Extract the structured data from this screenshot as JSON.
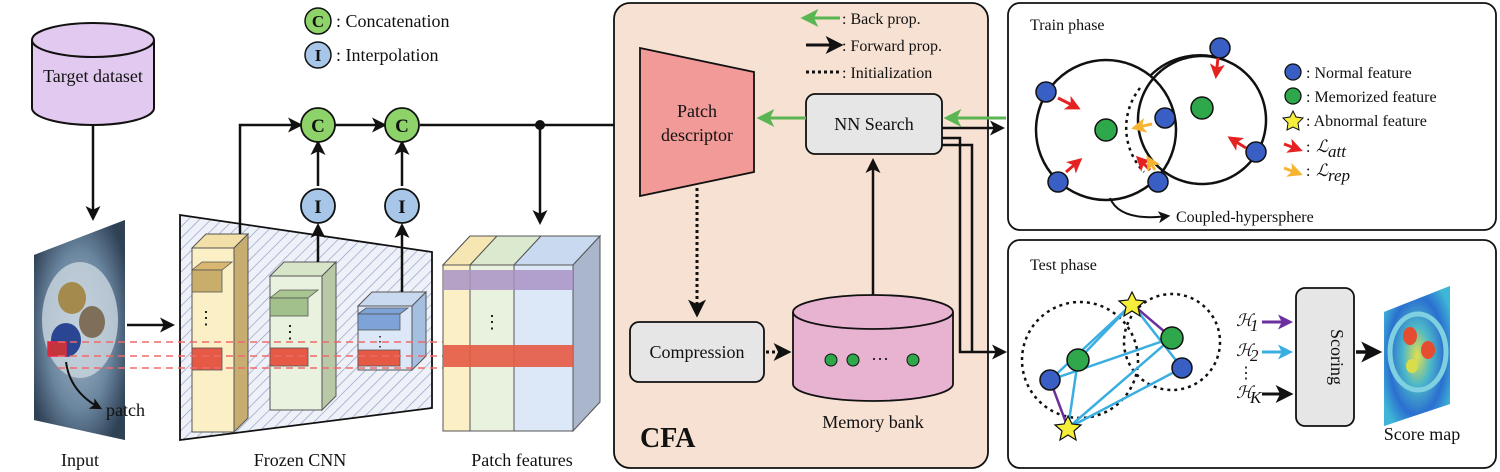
{
  "legend_left": {
    "concat_symbol": "C",
    "concat_label": ": Concatenation",
    "interp_symbol": "I",
    "interp_label": ": Interpolation"
  },
  "legend_cfa": {
    "back_label": ": Back prop.",
    "forward_label": ": Forward prop.",
    "init_label": ": Initialization"
  },
  "nodes": {
    "target_dataset": "Target dataset",
    "input": "Input",
    "patch": "patch",
    "frozen_cnn": "Frozen CNN",
    "patch_features": "Patch features",
    "cfa": "CFA",
    "patch_descriptor_l1": "Patch",
    "patch_descriptor_l2": "descriptor",
    "nn_search": "NN Search",
    "compression": "Compression",
    "memory_bank": "Memory bank",
    "ellipsis": "···",
    "vdots": "⋮"
  },
  "train_panel": {
    "title": "Train phase",
    "coupled": "Coupled-hypersphere",
    "legend_normal": ": Normal feature",
    "legend_memorized": ": Memorized feature",
    "legend_abnormal": ": Abnormal feature",
    "loss_att_sym": "ℒ",
    "loss_att_sub": "att",
    "loss_rep_sym": "ℒ",
    "loss_rep_sub": "rep"
  },
  "test_panel": {
    "title": "Test phase",
    "h_sym": "ℋ",
    "h1_sub": "1",
    "h2_sub": "2",
    "hk_sub": "K",
    "h_dots": "⋮",
    "scoring": "Scoring",
    "score_map": "Score map"
  },
  "colors": {
    "concat_fill": "#8ed36a",
    "interp_fill": "#a7c6e8",
    "cfa_fill": "#f7e1d2",
    "descriptor_fill": "#f29a98",
    "memory_fill": "#e8b3d0",
    "normal_blue": "#3a5fc4",
    "memorized_green": "#2ea84a",
    "abnormal_yellow": "#f5ee3a",
    "att_arrow": "#e52222",
    "rep_arrow": "#f5b431",
    "back_arrow": "#5ab552",
    "h1_line": "#6b2fa0",
    "h2_line": "#3aaee0"
  }
}
